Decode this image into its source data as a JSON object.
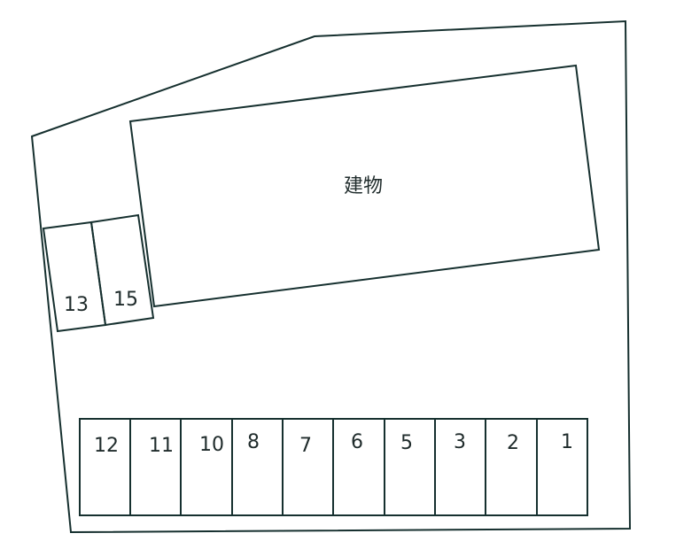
{
  "colors": {
    "stroke": "#16302f",
    "text": "#1f2b2b",
    "background": "#ffffff"
  },
  "building": {
    "label": "建物"
  },
  "side_spaces": [
    "13",
    "15"
  ],
  "bottom_spaces": [
    "12",
    "11",
    "10",
    "8",
    "7",
    "6",
    "5",
    "3",
    "2",
    "1"
  ]
}
